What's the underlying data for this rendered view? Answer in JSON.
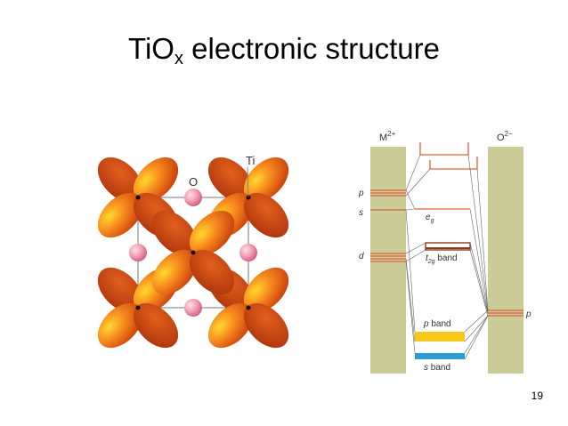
{
  "slide": {
    "title_main": "TiO",
    "title_sub": "x",
    "title_rest": " electronic structure",
    "page_number": "19"
  },
  "orbital_diagram": {
    "ti_label": "Ti",
    "o_label": "O"
  },
  "band_diagram": {
    "metal_label": "M",
    "metal_charge": "2+",
    "oxygen_label": "O",
    "oxygen_charge": "2−",
    "level_p": "p",
    "level_s": "s",
    "level_d": "d",
    "eg_label": "e",
    "eg_sub": "g",
    "t2g_label": "t",
    "t2g_sub": "2g",
    "t2g_band": " band",
    "p_band_italic": "p",
    "p_band_rest": " band",
    "s_band_italic": "s",
    "s_band_rest": " band",
    "oxygen_level_p": "p",
    "colors": {
      "column": "#cccc99",
      "level": "#e0603a",
      "p_band": "#f5c81a",
      "s_band": "#2a9fd6",
      "t2g_band": "#8a3a1a"
    }
  }
}
